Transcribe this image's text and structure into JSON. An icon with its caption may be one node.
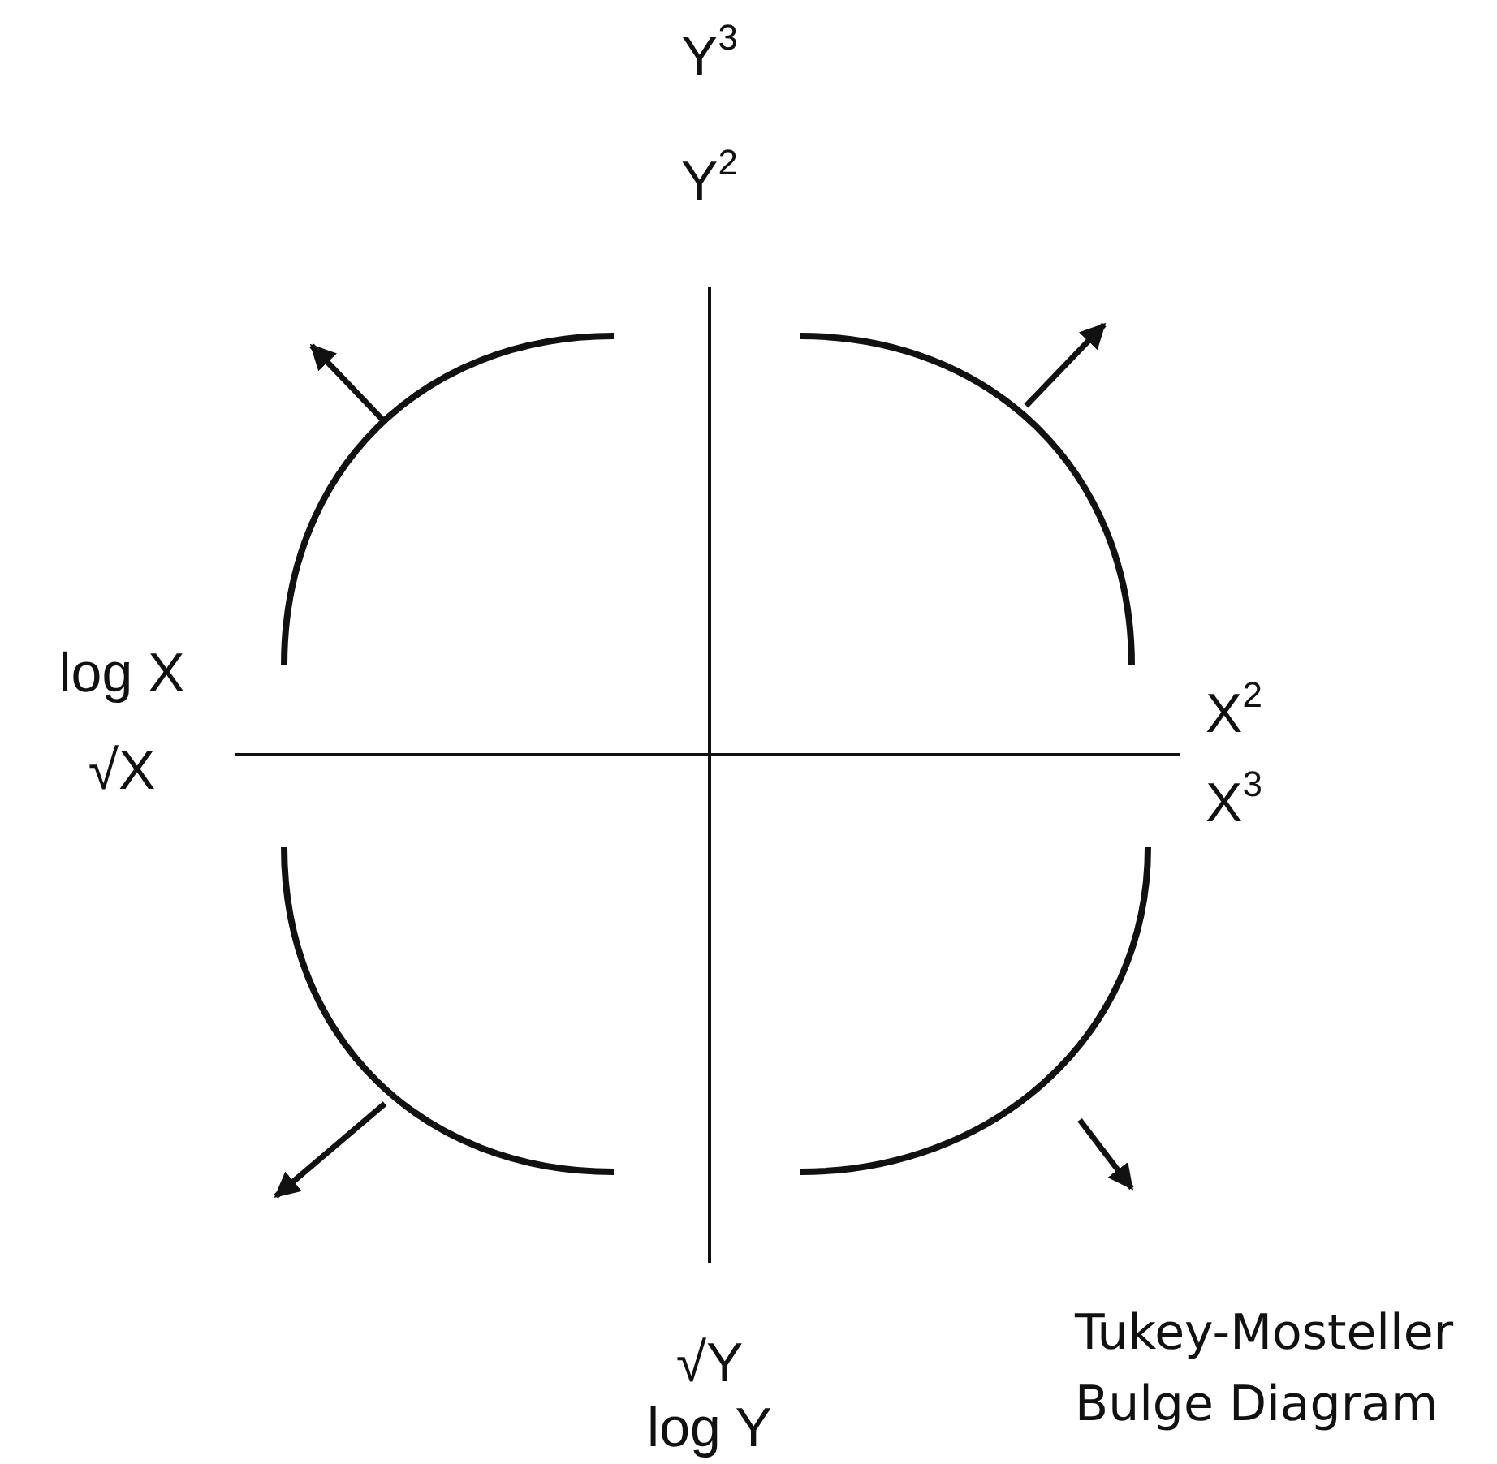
{
  "diagram": {
    "caption": "Tukey-Mosteller Bulge Diagram",
    "labels": [
      "Y$^{3}$",
      "Y$^{2}$",
      "log X",
      "X$^{2}$",
      "√X",
      "X$^{3}$",
      "√Y",
      "log Y"
    ]
  }
}
